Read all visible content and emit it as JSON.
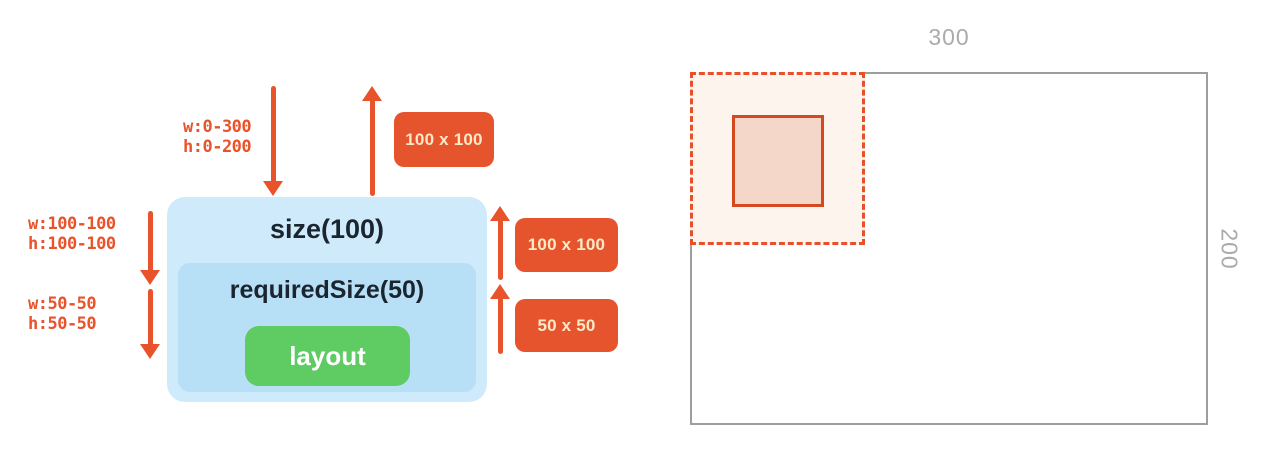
{
  "colors": {
    "orange": "#e8532c",
    "badge_bg": "#e6542d",
    "badge_text": "#fce9c8",
    "outer_box_bg": "#cfeafb",
    "inner_box_bg": "#b7dff6",
    "layout_bg": "#5fcb63",
    "layout_text": "#ffffff",
    "box_text": "#1b2530",
    "gray_label": "#ababab",
    "rect_border": "#9e9e9e",
    "dashed_fill": "#fdf4ee",
    "dashed_border": "#e8502a",
    "solid_fill": "#f5d7ca",
    "solid_border": "#d4491f"
  },
  "diagram": {
    "root_constraints": {
      "w": "w:0-300",
      "h": "h:0-200"
    },
    "size_constraints": {
      "w": "w:100-100",
      "h": "h:100-100"
    },
    "required_constraints": {
      "w": "w:50-50",
      "h": "h:50-50"
    },
    "outer_box_label": "size(100)",
    "inner_box_label": "requiredSize(50)",
    "layout_label": "layout",
    "badge_top": "100 x 100",
    "badge_size": "100 x 100",
    "badge_required": "50 x 50"
  },
  "result": {
    "width_label": "300",
    "height_label": "200"
  }
}
